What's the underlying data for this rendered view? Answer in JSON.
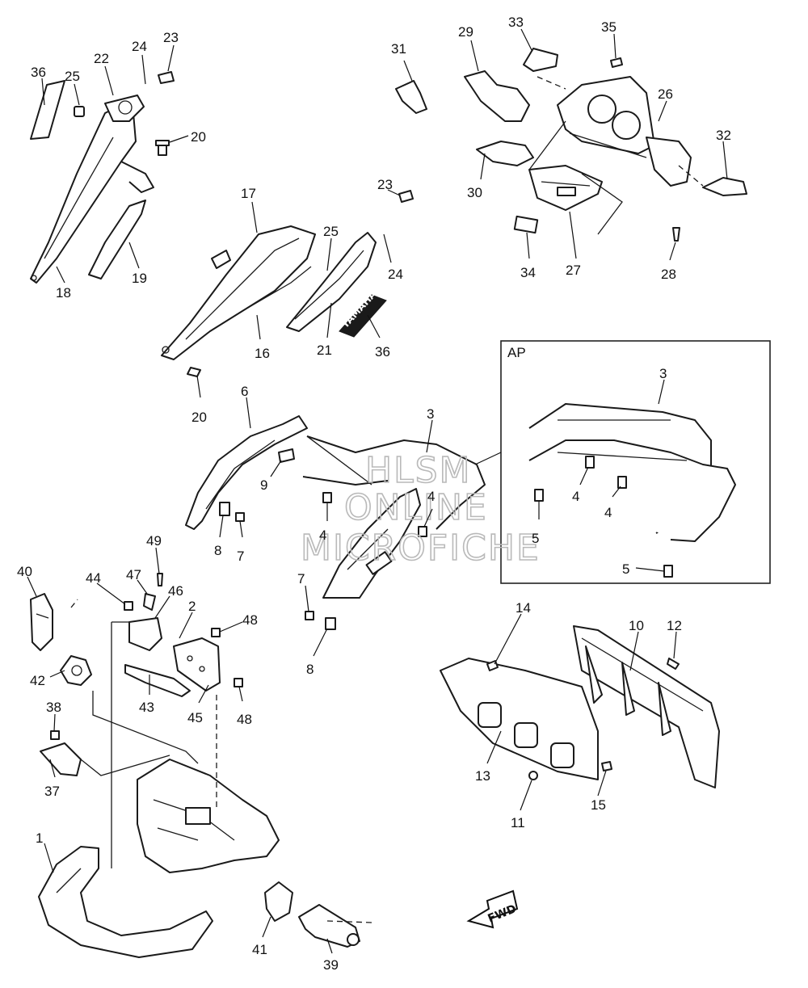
{
  "diagram": {
    "inset_label": "AP",
    "fwd_label": "FWD",
    "decal_text": "YAMAHA",
    "watermark": [
      "HLSM",
      "ONLINE",
      "MICROFICHE"
    ],
    "callouts": [
      {
        "id": "c1",
        "text": "1"
      },
      {
        "id": "c2",
        "text": "2"
      },
      {
        "id": "c3",
        "text": "3"
      },
      {
        "id": "c3b",
        "text": "3"
      },
      {
        "id": "c4",
        "text": "4"
      },
      {
        "id": "c4b",
        "text": "4"
      },
      {
        "id": "c4c",
        "text": "4"
      },
      {
        "id": "c4d",
        "text": "4"
      },
      {
        "id": "c5",
        "text": "5"
      },
      {
        "id": "c5b",
        "text": "5"
      },
      {
        "id": "c6",
        "text": "6"
      },
      {
        "id": "c7",
        "text": "7"
      },
      {
        "id": "c7b",
        "text": "7"
      },
      {
        "id": "c8",
        "text": "8"
      },
      {
        "id": "c8b",
        "text": "8"
      },
      {
        "id": "c9",
        "text": "9"
      },
      {
        "id": "c10",
        "text": "10"
      },
      {
        "id": "c11",
        "text": "11"
      },
      {
        "id": "c12",
        "text": "12"
      },
      {
        "id": "c13",
        "text": "13"
      },
      {
        "id": "c14",
        "text": "14"
      },
      {
        "id": "c15",
        "text": "15"
      },
      {
        "id": "c16",
        "text": "16"
      },
      {
        "id": "c17",
        "text": "17"
      },
      {
        "id": "c18",
        "text": "18"
      },
      {
        "id": "c19",
        "text": "19"
      },
      {
        "id": "c20",
        "text": "20"
      },
      {
        "id": "c20b",
        "text": "20"
      },
      {
        "id": "c21",
        "text": "21"
      },
      {
        "id": "c22",
        "text": "22"
      },
      {
        "id": "c23",
        "text": "23"
      },
      {
        "id": "c23b",
        "text": "23"
      },
      {
        "id": "c24",
        "text": "24"
      },
      {
        "id": "c24b",
        "text": "24"
      },
      {
        "id": "c25",
        "text": "25"
      },
      {
        "id": "c25b",
        "text": "25"
      },
      {
        "id": "c26",
        "text": "26"
      },
      {
        "id": "c27",
        "text": "27"
      },
      {
        "id": "c28",
        "text": "28"
      },
      {
        "id": "c29",
        "text": "29"
      },
      {
        "id": "c30",
        "text": "30"
      },
      {
        "id": "c31",
        "text": "31"
      },
      {
        "id": "c32",
        "text": "32"
      },
      {
        "id": "c33",
        "text": "33"
      },
      {
        "id": "c34",
        "text": "34"
      },
      {
        "id": "c35",
        "text": "35"
      },
      {
        "id": "c36",
        "text": "36"
      },
      {
        "id": "c36b",
        "text": "36"
      },
      {
        "id": "c37",
        "text": "37"
      },
      {
        "id": "c38",
        "text": "38"
      },
      {
        "id": "c39",
        "text": "39"
      },
      {
        "id": "c40",
        "text": "40"
      },
      {
        "id": "c41",
        "text": "41"
      },
      {
        "id": "c42",
        "text": "42"
      },
      {
        "id": "c43",
        "text": "43"
      },
      {
        "id": "c44",
        "text": "44"
      },
      {
        "id": "c45",
        "text": "45"
      },
      {
        "id": "c46",
        "text": "46"
      },
      {
        "id": "c47",
        "text": "47"
      },
      {
        "id": "c48",
        "text": "48"
      },
      {
        "id": "c48b",
        "text": "48"
      },
      {
        "id": "c49",
        "text": "49"
      }
    ]
  }
}
